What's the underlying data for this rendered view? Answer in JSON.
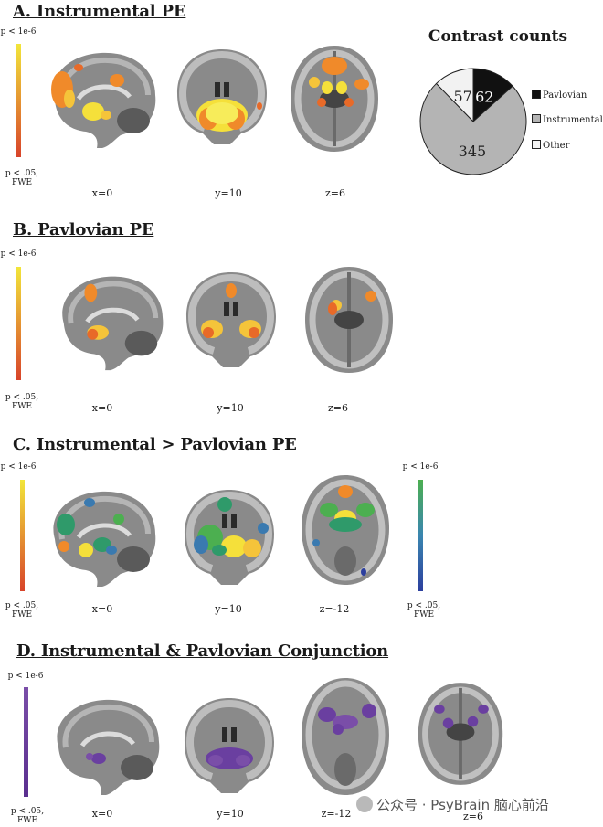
{
  "panels": {
    "a": {
      "title": "A. Instrumental PE",
      "cb_top": "p < 1e-6",
      "cb_bottom": "p < .05, FWE",
      "coords": [
        "x=0",
        "y=10",
        "z=6"
      ]
    },
    "b": {
      "title": "B. Pavlovian PE",
      "cb_top": "p < 1e-6",
      "cb_bottom": "p < .05, FWE",
      "coords": [
        "x=0",
        "y=10",
        "z=6"
      ]
    },
    "c": {
      "title": "C. Instrumental > Pavlovian PE",
      "cb_top": "p < 1e-6",
      "cb_bottom": "p < .05, FWE",
      "cb2_top": "p < 1e-6",
      "cb2_bottom": "p < .05, FWE",
      "coords": [
        "x=0",
        "y=10",
        "z=-12"
      ]
    },
    "d": {
      "title": "D. Instrumental & Pavlovian Conjunction",
      "cb_top": "p < 1e-6",
      "cb_bottom": "p < .05, FWE",
      "coords": [
        "x=0",
        "y=10",
        "z=-12",
        "z=6"
      ]
    }
  },
  "chart_data": {
    "type": "pie",
    "title": "Contrast counts",
    "labels": [
      "Pavlovian",
      "Instrumental",
      "Other"
    ],
    "values": [
      62,
      345,
      57
    ],
    "colors": [
      "#111111",
      "#b4b4b4",
      "#f2f2f2"
    ],
    "legend": "right"
  },
  "colors": {
    "hot_top": "#f2e63a",
    "hot_bottom": "#d8432a",
    "cool_top": "#4caf50",
    "cool_bottom": "#2c3f9e",
    "conj": "#6a3fa0"
  },
  "watermark": "公众号 · PsyBrain 脑心前沿"
}
